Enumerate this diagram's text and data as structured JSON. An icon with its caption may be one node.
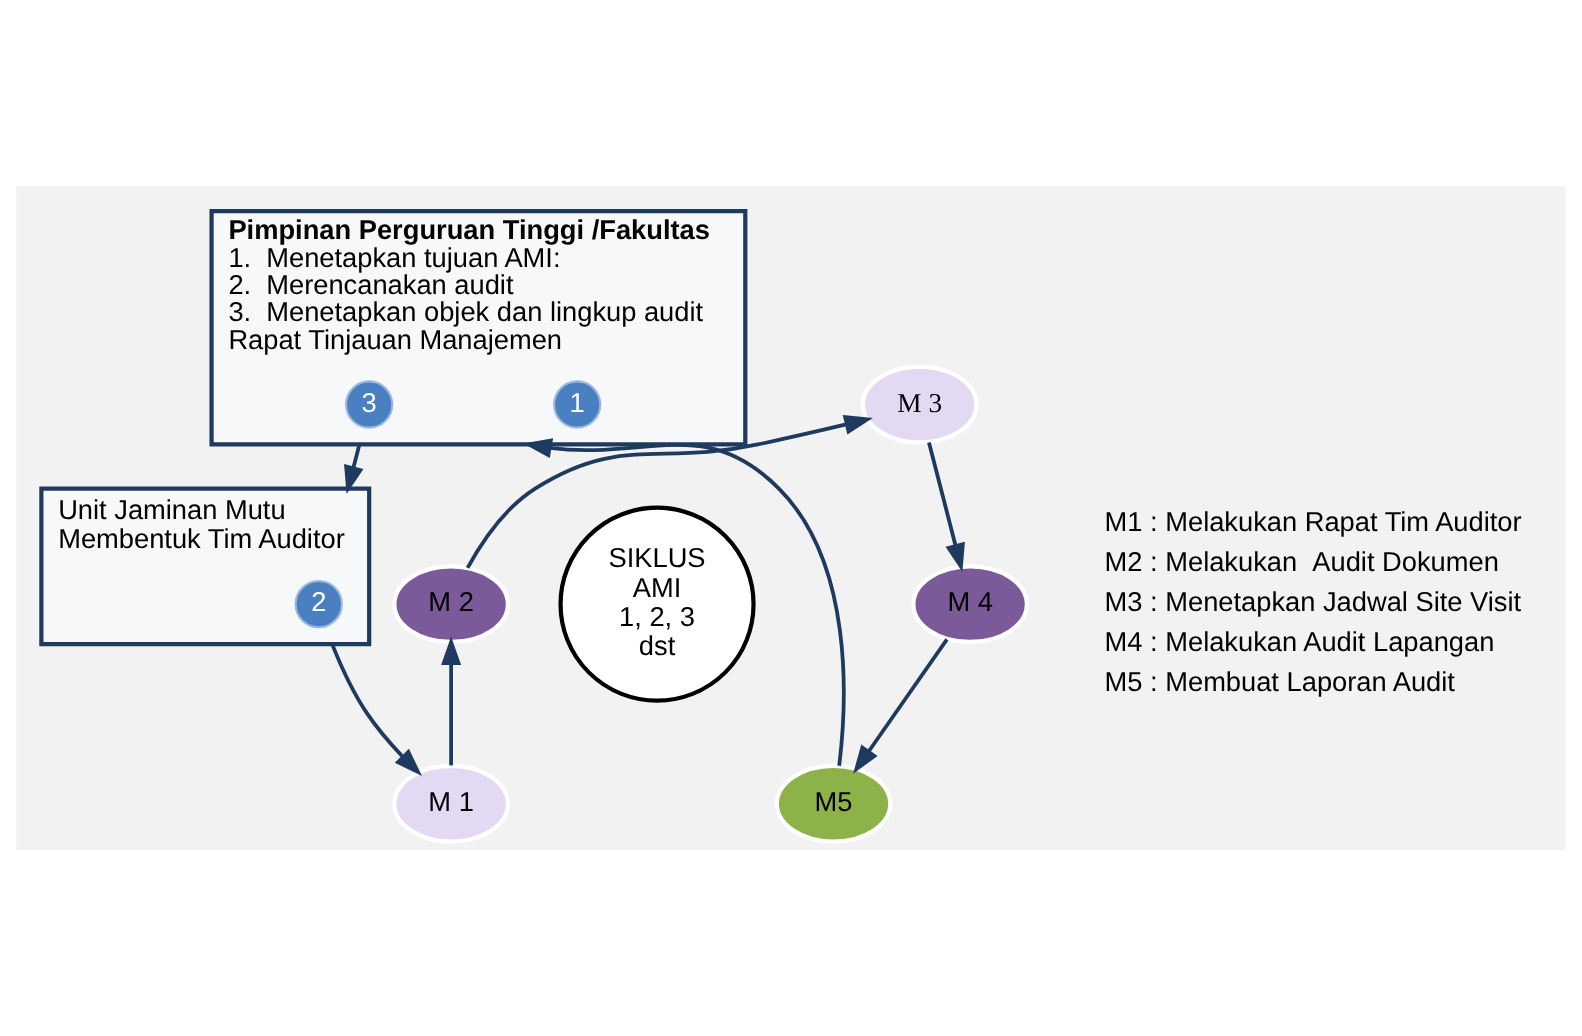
{
  "diagram": {
    "nodes": [
      {
        "text": [
          "Pimpinan Perguruan Tinggi /Fakultas",
          "1.  Menetapkan tujuan AMI:",
          "2.  Merencanakan audit",
          "3.  Menetapkan objek dan lingkup audit",
          "Rapat Tinjauan Manajemen"
        ]
      },
      {
        "text": [
          "1"
        ],
        "in": 0
      },
      {
        "text": [
          "3"
        ],
        "in": 0
      },
      {
        "text": [
          "Unit Jaminan Mutu Membentuk Tim Auditor"
        ]
      },
      {
        "text": [
          "2"
        ],
        "in": 3
      },
      {
        "text": [
          "M 3"
        ]
      },
      {
        "text": [
          "M 2"
        ]
      },
      {
        "text": [
          "SIKLUS AMI 1, 2, 3 dst"
        ]
      },
      {
        "text": [
          "M 4"
        ]
      },
      {
        "text": [
          "M5"
        ]
      },
      {
        "text": [
          "M 1"
        ]
      }
    ],
    "edges": [
      {
        "from": 0,
        "to": 3,
        "arrow": "to"
      },
      {
        "from": 3,
        "to": 10,
        "arrow": "to"
      },
      {
        "from": 10,
        "to": 6,
        "arrow": "to"
      },
      {
        "from": 6,
        "to": 5,
        "arrow": "to"
      },
      {
        "from": 5,
        "to": 8,
        "arrow": "to"
      },
      {
        "from": 8,
        "to": 9,
        "arrow": "to"
      },
      {
        "from": 9,
        "to": 0,
        "arrow": "to"
      }
    ],
    "labels": [
      "M1 : Melakukan Rapat Tim Auditor",
      "M2 : Melakukan  Audit Dokumen",
      "M3 : Menetapkan Jadwal Site Visit",
      "M4 : Melakukan Audit Lapangan",
      "M5 : Membuat Laporan Audit"
    ]
  }
}
